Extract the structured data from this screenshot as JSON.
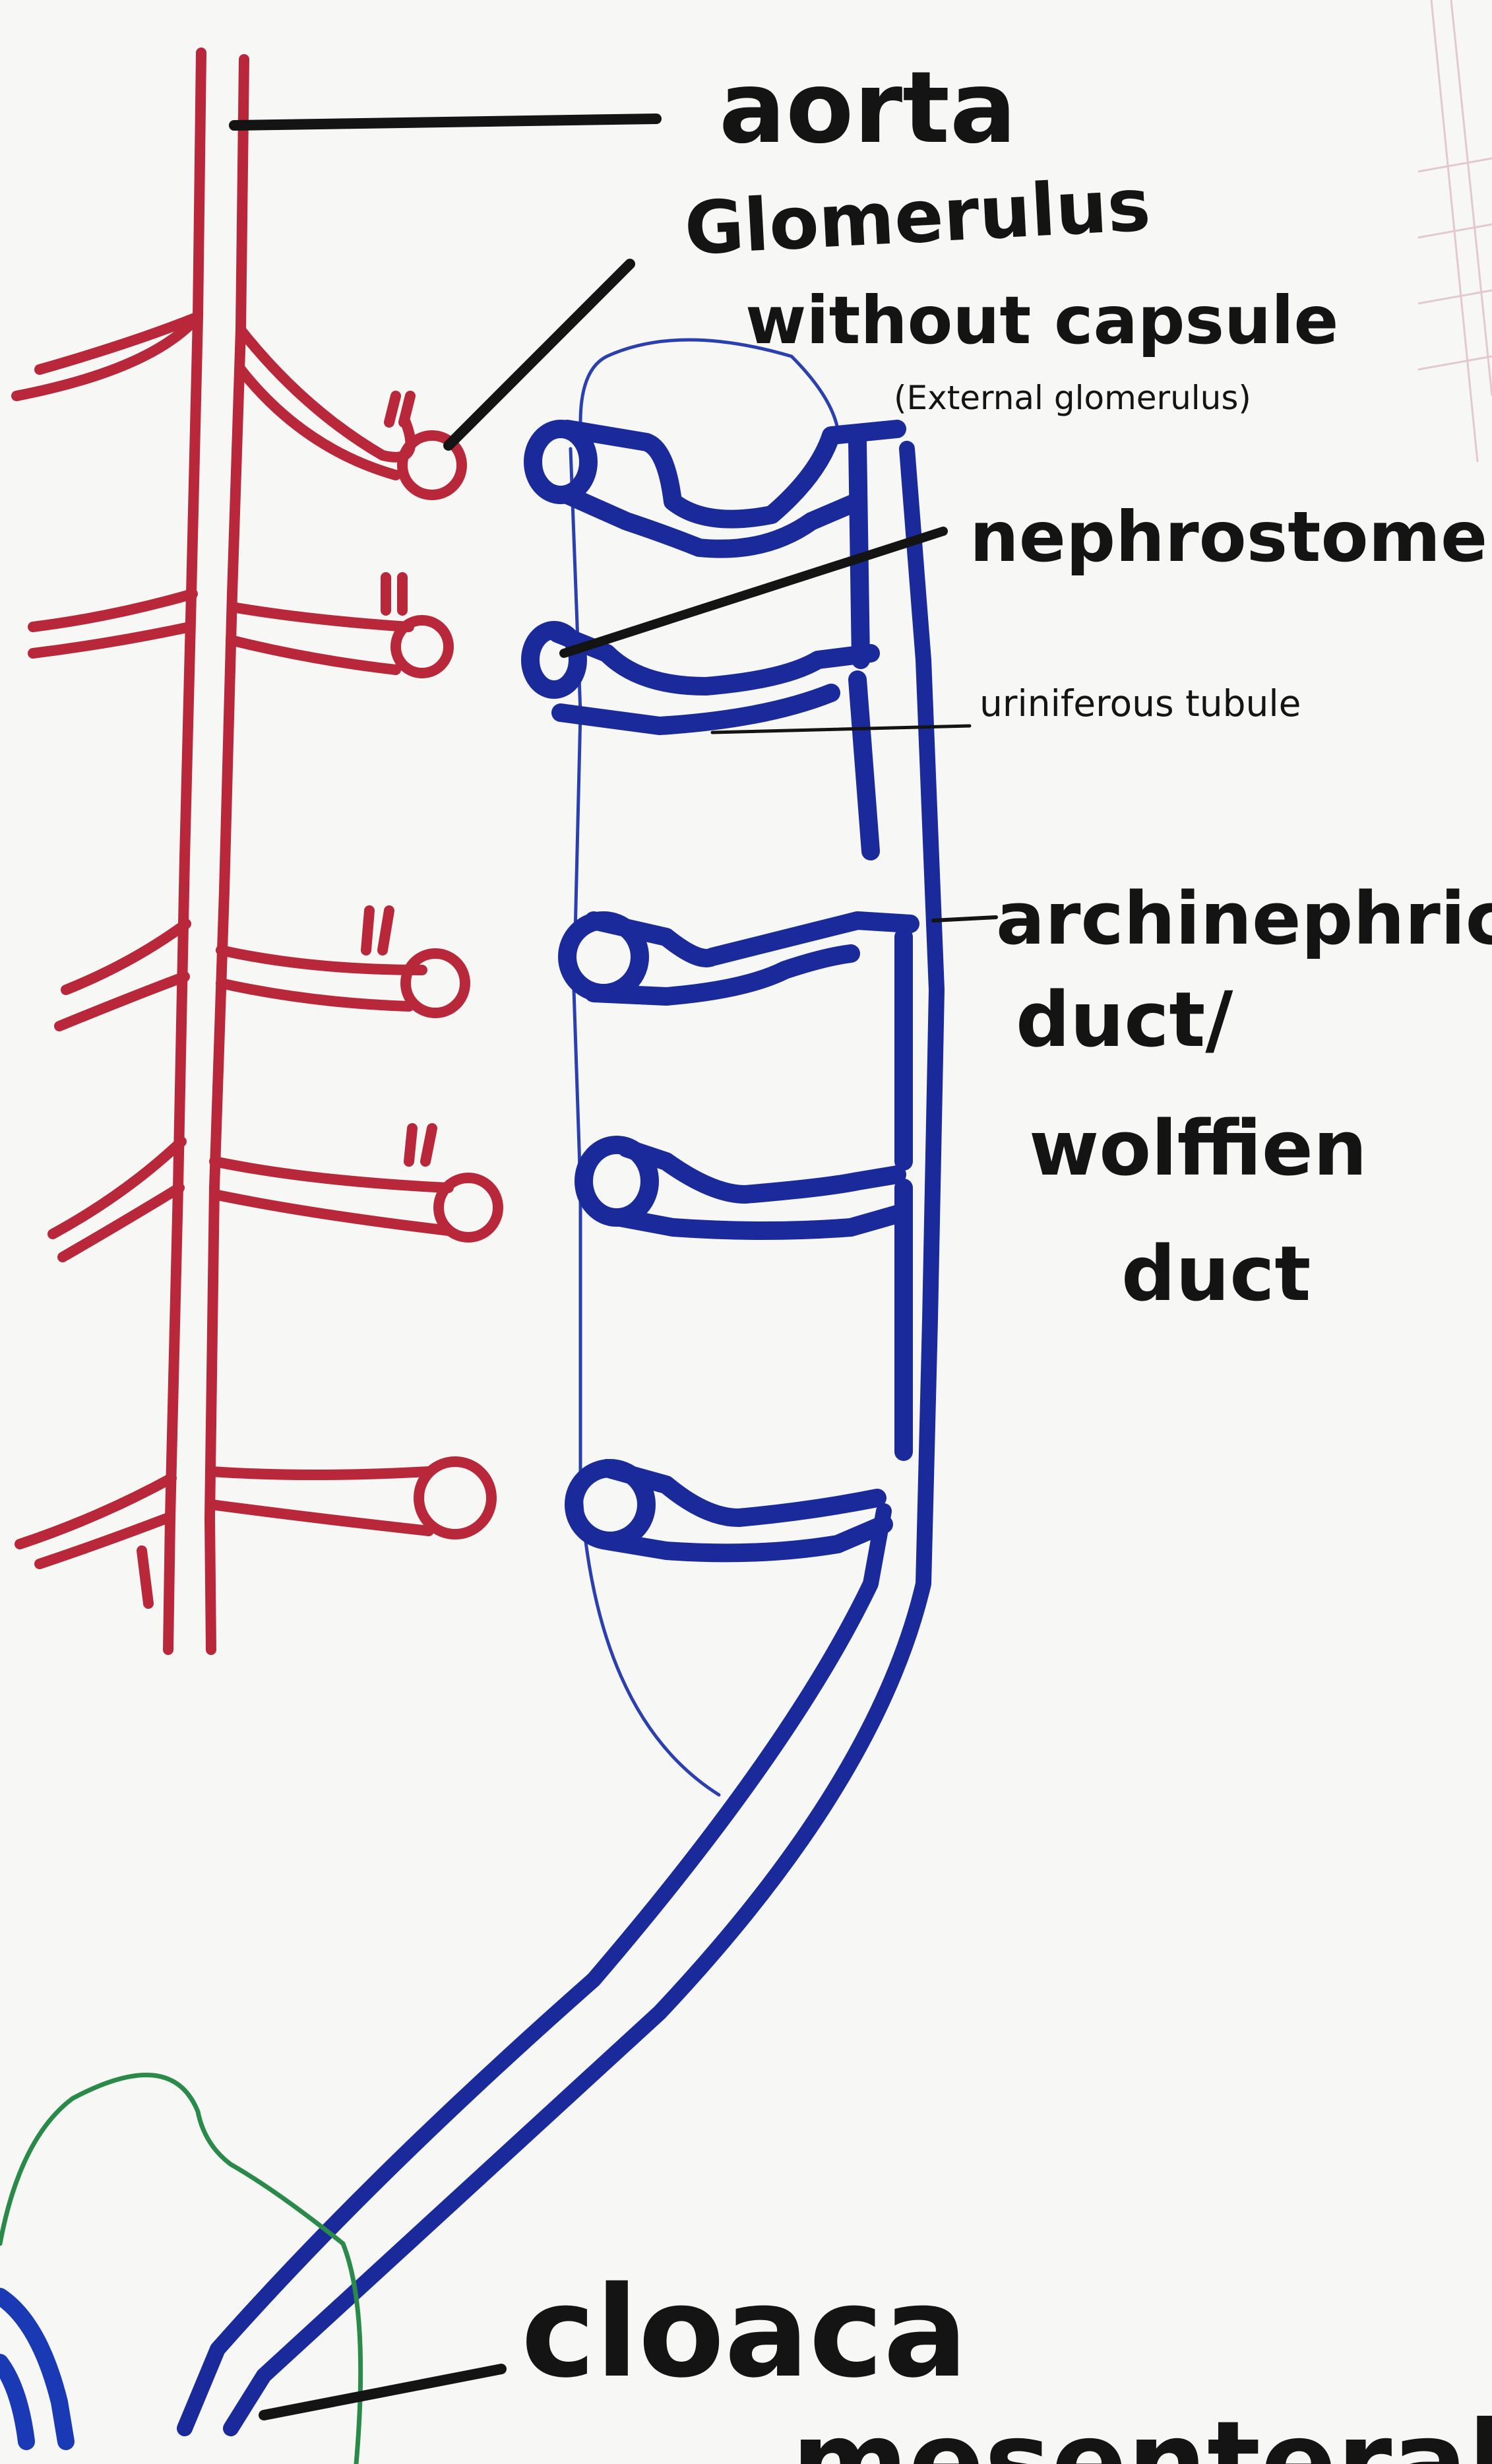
{
  "labels": {
    "aorta": "aorta",
    "glomerulus_line1": "Glomerulus",
    "glomerulus_line2": "without capsule",
    "glomerulus_note": "(External glomerulus)",
    "nephrostome": "nephrostome",
    "uriniferous": "uriniferous tubule",
    "duct_line1": "archinephric",
    "duct_line2": "duct/",
    "duct_line3": "wolffien",
    "duct_line4": "duct",
    "cloaca": "cloaca",
    "bottom_partial": "mesenteral kid"
  },
  "colors": {
    "artery": "#b8283a",
    "kidney": "#1a2a9a",
    "cloaca_outline": "#2a8a4a",
    "ink": "#141414",
    "paper": "#f7f7f5"
  }
}
